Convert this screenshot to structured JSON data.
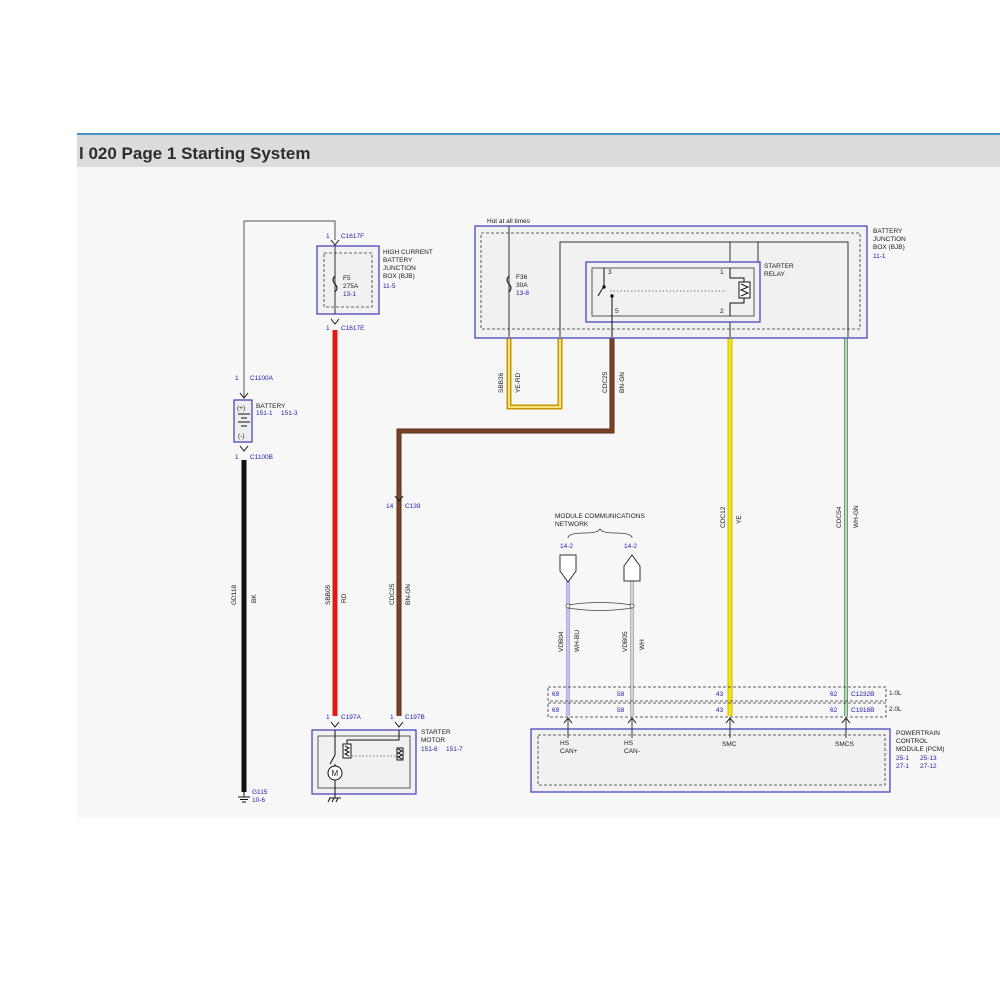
{
  "title": "l 020 Page 1 Starting System",
  "labels": {
    "hot_at_all_times": "Hot at all times",
    "c1617f": "C1617F",
    "c1617f_pin": "1",
    "c1617e": "C1617E",
    "c1617e_pin": "1",
    "c1100a": "C1100A",
    "c1100a_pin": "1",
    "c1100b": "C1100B",
    "c1100b_pin": "1",
    "c139": "C139",
    "c139_pin": "14",
    "c197a": "C197A",
    "c197a_pin": "1",
    "c197b": "C197B",
    "c197b_pin": "1",
    "hcbjb_1": "HIGH CURRENT",
    "hcbjb_2": "BATTERY",
    "hcbjb_3": "JUNCTION",
    "hcbjb_4": "BOX (BJB)",
    "hcbjb_ref": "11-5",
    "f5": "F5",
    "f5_rating": "275A",
    "f5_ref": "13-1",
    "battery": "BATTERY",
    "battery_ref1": "151-1",
    "battery_ref2": "151-3",
    "batt_plus": "(+)",
    "batt_minus": "(-)",
    "bjb_1": "BATTERY",
    "bjb_2": "JUNCTION",
    "bjb_3": "BOX (BJB)",
    "bjb_ref": "11-1",
    "f36": "F36",
    "f36_rating": "30A",
    "f36_ref": "13-8",
    "starter_relay_1": "STARTER",
    "starter_relay_2": "RELAY",
    "relay_pin_3": "3",
    "relay_pin_1": "1",
    "relay_pin_5": "5",
    "relay_pin_2": "2",
    "starter_motor_1": "STARTER",
    "starter_motor_2": "MOTOR",
    "starter_motor_ref1": "151-6",
    "starter_motor_ref2": "151-7",
    "motor_symbol": "M",
    "g115": "G115",
    "g115_ref": "10-6",
    "mcn_1": "MODULE COMMUNICATIONS",
    "mcn_2": "NETWORK",
    "mcn_ref_left": "14-2",
    "mcn_ref_right": "14-2",
    "c1232b": "C1232B",
    "engine_10l": "1.0L",
    "c1918b": "C1918B",
    "engine_20l": "2.0L",
    "pin_69": "69",
    "pin_58": "58",
    "pin_43": "43",
    "pin_62": "62",
    "pcm_1": "POWERTRAIN",
    "pcm_2": "CONTROL",
    "pcm_3": "MODULE (PCM)",
    "pcm_ref1": "25-1",
    "pcm_ref2": "25-13",
    "pcm_ref3": "27-1",
    "pcm_ref4": "27-12",
    "hs_can_plus_1": "HS",
    "hs_can_plus_2": "CAN+",
    "hs_can_minus_1": "HS",
    "hs_can_minus_2": "CAN-",
    "smc": "SMC",
    "smcs": "SMCS"
  },
  "wires": {
    "gd118": {
      "circuit": "GD118",
      "color": "BK"
    },
    "sbb05": {
      "circuit": "SBB05",
      "color": "RD"
    },
    "cdc25_lower": {
      "circuit": "CDC25",
      "color": "BN-GN"
    },
    "cdc25_upper": {
      "circuit": "CDC25",
      "color": "BN-GN"
    },
    "sbb36": {
      "circuit": "SBB36",
      "color": "YE-RD"
    },
    "cdc12": {
      "circuit": "CDC12",
      "color": "YE"
    },
    "cdc54": {
      "circuit": "CDC54",
      "color": "WH-GN"
    },
    "vdb04": {
      "circuit": "VDB04",
      "color": "WH-BU"
    },
    "vdb05": {
      "circuit": "VDB05",
      "color": "WH"
    }
  },
  "colors": {
    "bk": "#111111",
    "rd": "#e01818",
    "bngn": "#6b3a22",
    "yerd_outer": "#d8a400",
    "yerd_inner": "#f3e06a",
    "ye": "#f0e010",
    "whgn": "#8fb88f",
    "whbu": "#9a9adf",
    "wh": "#a8a8a8",
    "box": "#3a3ab8"
  }
}
